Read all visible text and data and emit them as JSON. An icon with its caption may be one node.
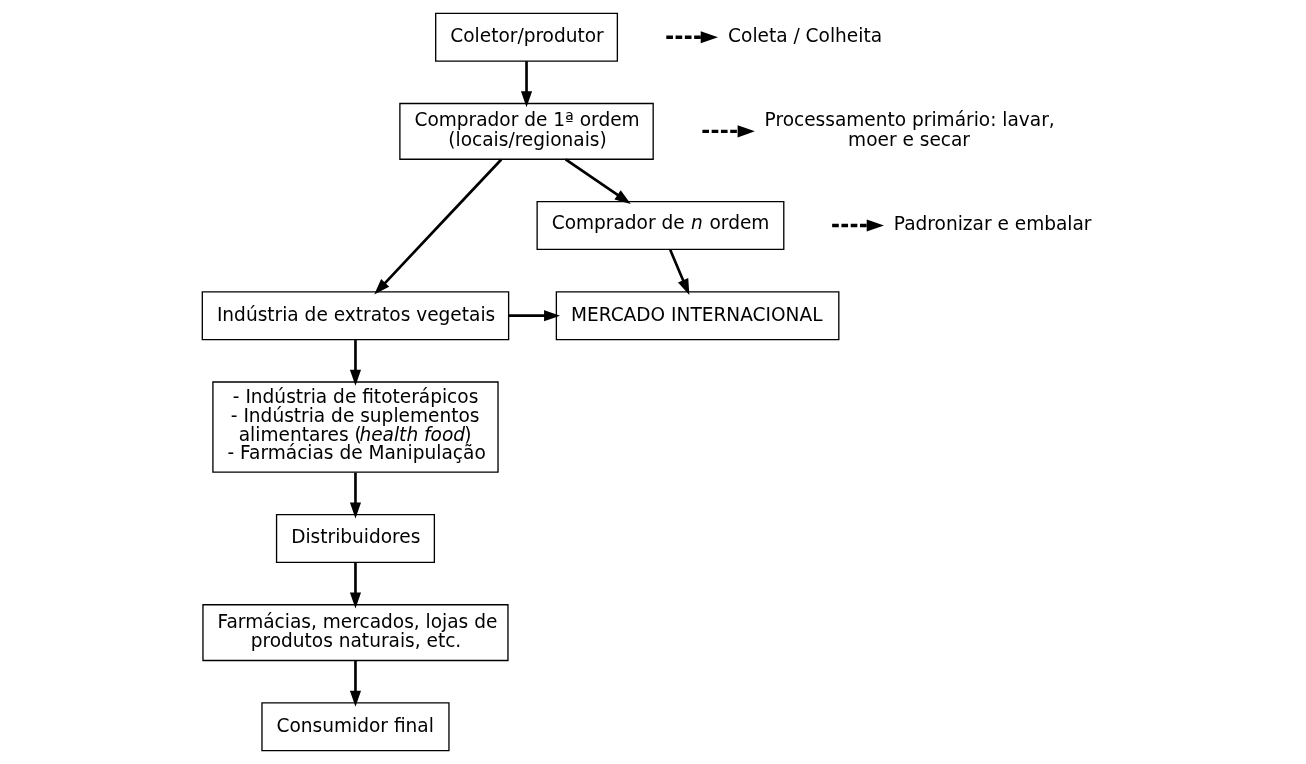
{
  "diagram": {
    "nodes": [
      {
        "text": [
          "Coletor/produtor"
        ]
      },
      {
        "text": [
          "Coleta / Colheita"
        ]
      },
      {
        "text": [
          "Comprador de 1ª ordem (locais/regionais)"
        ]
      },
      {
        "text": [
          "Processamento primário: lavar, moer e secar"
        ]
      },
      {
        "text": [
          "Comprador de *n* ordem"
        ]
      },
      {
        "text": [
          "Padronizar e embalar"
        ]
      },
      {
        "text": [
          "MERCADO INTERNACIONAL"
        ]
      },
      {
        "text": [
          "Indústria de extratos vegetais"
        ]
      },
      {
        "text": [
          "- Indústria de fitoterápicos",
          "- Indústria de suplementos alimentares (*health food*)",
          "- Farmácias de Manipulação"
        ]
      },
      {
        "text": [
          "Distribuidores"
        ]
      },
      {
        "text": [
          "Farmácias, mercados, lojas de produtos naturais, etc."
        ]
      },
      {
        "text": [
          "Consumidor final"
        ]
      }
    ],
    "edges": [
      {
        "from": null,
        "to": 1,
        "arrow": "to",
        "style": "dashed"
      },
      {
        "from": 0,
        "to": 2,
        "arrow": "to"
      },
      {
        "from": null,
        "to": 3,
        "arrow": "to",
        "style": "dashed"
      },
      {
        "from": 2,
        "to": 4,
        "arrow": "to"
      },
      {
        "from": null,
        "to": 5,
        "arrow": "to",
        "style": "dashed"
      },
      {
        "from": 2,
        "to": 7,
        "arrow": "to"
      },
      {
        "from": 4,
        "to": 6,
        "arrow": "to"
      },
      {
        "from": 7,
        "to": 6,
        "arrow": "to"
      },
      {
        "from": 7,
        "to": 8,
        "arrow": "to"
      },
      {
        "from": 8,
        "to": 9,
        "arrow": "to"
      },
      {
        "from": 9,
        "to": 10,
        "arrow": "to"
      },
      {
        "from": 10,
        "to": 11,
        "arrow": "to"
      }
    ]
  }
}
